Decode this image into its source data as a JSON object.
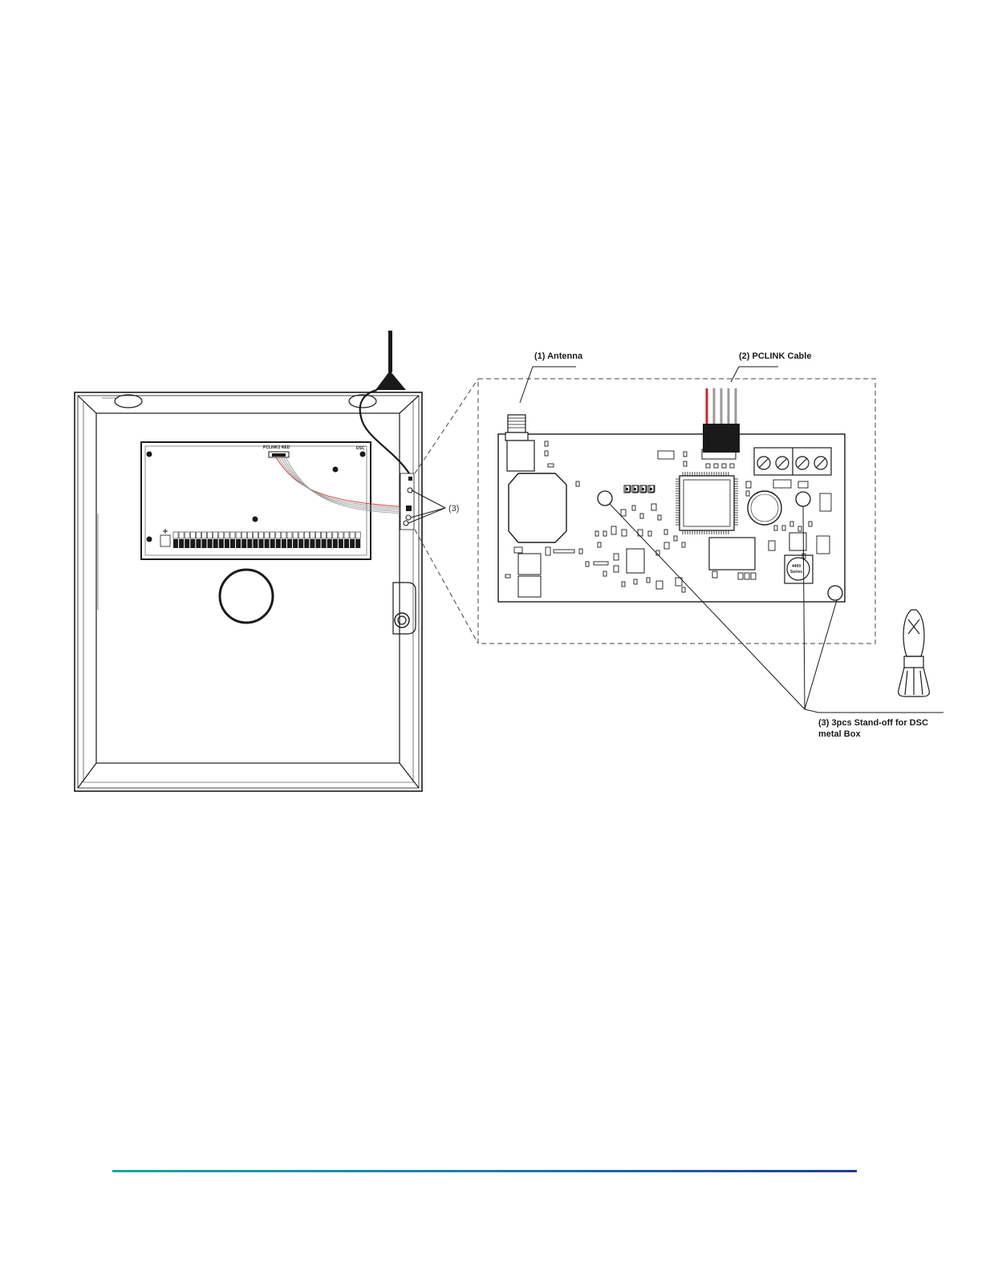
{
  "labels": {
    "antenna": "(1) Antenna",
    "pclink_cable": "(2) PCLINK Cable",
    "standoff_callout": "(3)",
    "standoff_line1": "(3) 3pcs Stand-off for DSC",
    "standoff_line2": "metal Box",
    "panel_header": "PCLINK2 RED",
    "panel_brand": "DSC",
    "coil_line1": "4400",
    "coil_line2": "Series"
  },
  "colors": {
    "line": "#1a1a1a",
    "cable_red": "#d0262b",
    "cable_grey": "#9a9a9a",
    "footer_start": "#16a9a5",
    "footer_end": "#1d3f8f"
  }
}
